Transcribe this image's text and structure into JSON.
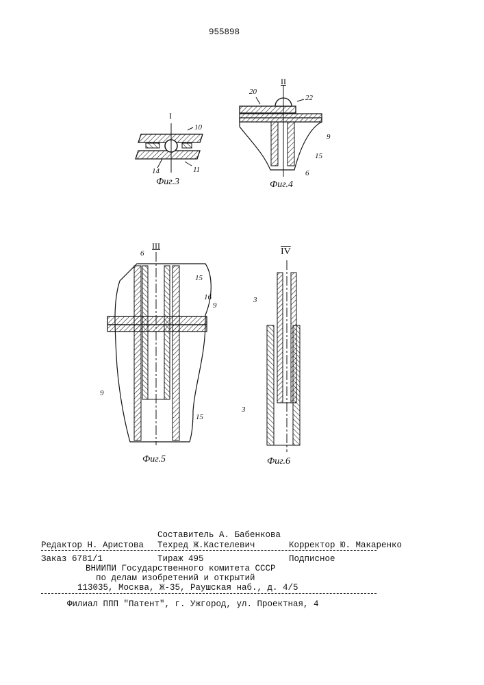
{
  "patent_number": "955898",
  "figures": [
    {
      "caption": "Фиг.3",
      "marker": "I",
      "labels": [
        "10",
        "14",
        "11"
      ]
    },
    {
      "caption": "Фиг.4",
      "marker": "II",
      "labels": [
        "20",
        "22",
        "9",
        "15",
        "6"
      ]
    },
    {
      "caption": "Фиг.5",
      "marker": "III",
      "labels": [
        "6",
        "15",
        "16",
        "9",
        "9",
        "15"
      ]
    },
    {
      "caption": "Фиг.6",
      "marker": "IV",
      "labels": [
        "3",
        "3"
      ]
    }
  ],
  "imprint": {
    "compiler": "Составитель А. Бабенкова",
    "editor": "Редактор Н. Аристова",
    "techred": "Техред Ж.Кастелевич",
    "corrector": "Корректор Ю. Макаренко",
    "order": "Заказ 6781/1",
    "print_run": "Тираж 495",
    "subscription": "Подписное",
    "org_line1": "ВНИИПИ Государственного комитета СССР",
    "org_line2": "по делам изобретений и открытий",
    "address": "113035, Москва, Ж-35, Раушская наб., д. 4/5",
    "branch": "Филиал ППП \"Патент\", г. Ужгород, ул. Проектная, 4"
  }
}
